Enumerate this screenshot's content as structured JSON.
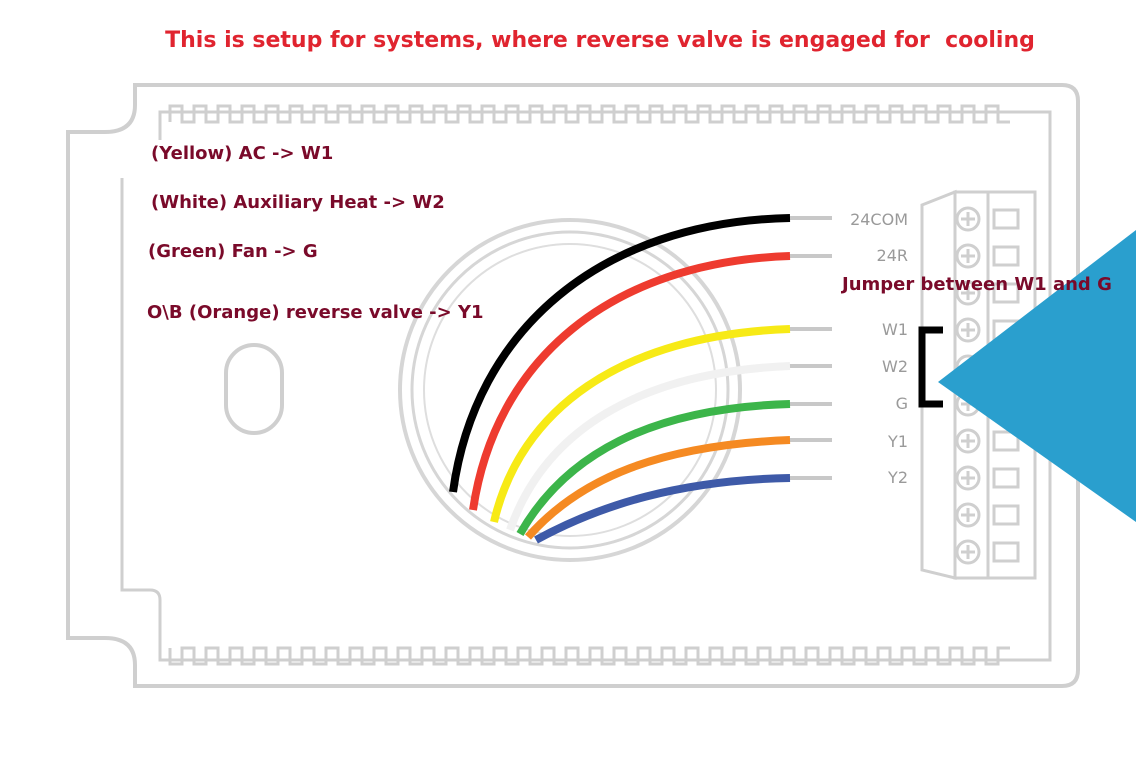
{
  "heading": "This is setup for systems, where reverse valve is engaged for  cooling",
  "notes": [
    "(Yellow) AC -> W1",
    "(White) Auxiliary Heat -> W2",
    "(Green) Fan -> G",
    "O\\B (Orange) reverse valve -> Y1"
  ],
  "jumper_label": "Jumper between W1 and G",
  "terminals": [
    "24COM",
    "24R",
    "W1",
    "W2",
    "G",
    "Y1",
    "Y2"
  ],
  "wire_colors": {
    "24COM": "#000000",
    "24R": "#ee3b2f",
    "W1": "#f7ea16",
    "W2": "#f1f1f1",
    "G": "#3cb54a",
    "Y1": "#f58a22",
    "Y2": "#3e5aa8"
  },
  "colors": {
    "outline": "#cfcfcf",
    "pointer": "#2a9fce",
    "jumper": "#000000"
  }
}
